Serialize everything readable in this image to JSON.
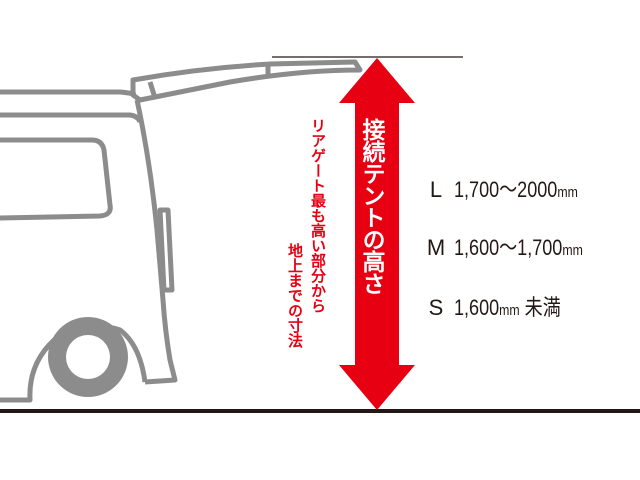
{
  "diagram": {
    "title": "接続テントの高さ",
    "subtitle_line1": "リアゲート最も高い部分から",
    "subtitle_line2": "地上までの寸法",
    "colors": {
      "accent": "#e60012",
      "car_outline": "#8c8c8c",
      "ground": "#231815",
      "text": "#231815"
    },
    "sizes": [
      {
        "letter": "L",
        "range": "1,700～2000",
        "unit": "mm",
        "suffix": ""
      },
      {
        "letter": "M",
        "range": "1,600～1,700",
        "unit": "mm",
        "suffix": ""
      },
      {
        "letter": "S",
        "range": "1,600",
        "unit": "mm",
        "suffix": " 未満"
      }
    ]
  }
}
